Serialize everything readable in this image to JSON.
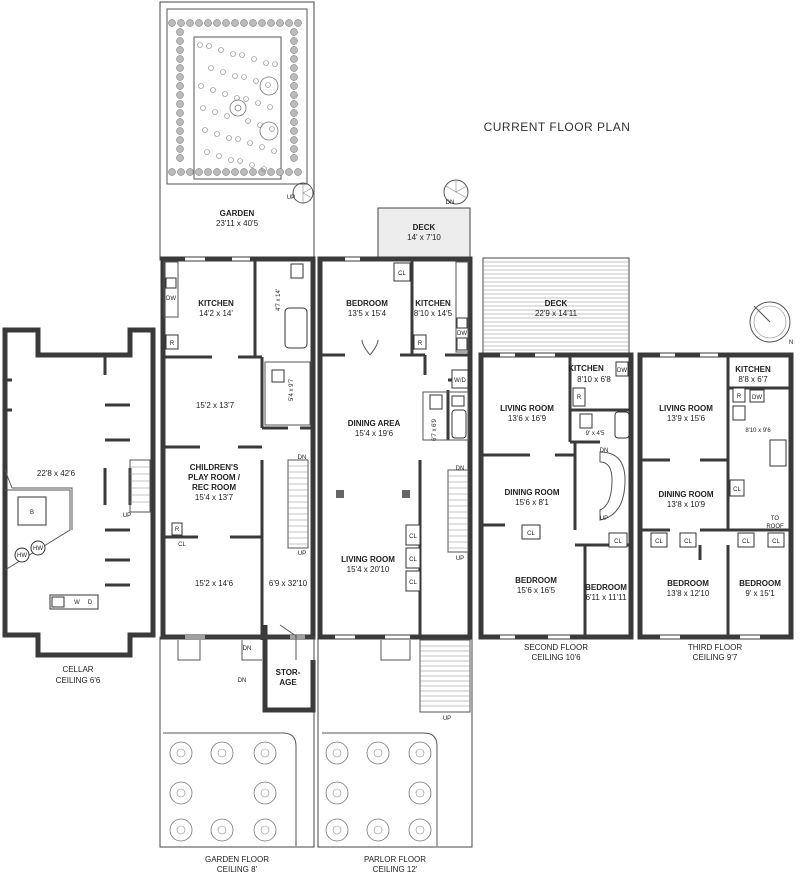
{
  "title": "CURRENT FLOOR PLAN",
  "floors": {
    "cellar": {
      "name": "CELLAR",
      "ceiling": "CEILING 6'6"
    },
    "garden": {
      "name": "GARDEN FLOOR",
      "ceiling": "CEILING 8'"
    },
    "parlor": {
      "name": "PARLOR FLOOR",
      "ceiling": "CEILING 12'"
    },
    "second": {
      "name": "SECOND FLOOR",
      "ceiling": "CEILING 10'6"
    },
    "third": {
      "name": "THIRD FLOOR",
      "ceiling": "CEILING 9'7"
    }
  },
  "rooms": {
    "cellar_main": {
      "dims": "22'8 x 42'6"
    },
    "garden_yard": {
      "name": "GARDEN",
      "dims": "23'11 x 40'5"
    },
    "garden_kitchen": {
      "name": "KITCHEN",
      "dims": "14'2 x 14'"
    },
    "garden_bath": {
      "dims": "4'7 x 14'"
    },
    "garden_front_room": {
      "dims": "15'2 x 13'7"
    },
    "garden_small": {
      "dims": "5'4 x 9'7"
    },
    "garden_play_line1": {
      "name": "CHILDREN'S"
    },
    "garden_play_line2": {
      "name": "PLAY ROOM /"
    },
    "garden_play_line3": {
      "name": "REC ROOM"
    },
    "garden_play_dims": {
      "dims": "15'4 x 13'7"
    },
    "garden_rear": {
      "dims": "15'2 x 14'6"
    },
    "garden_hall": {
      "dims": "6'9 x 32'10"
    },
    "storage_l1": {
      "name": "STOR-"
    },
    "storage_l2": {
      "name": "AGE"
    },
    "parlor_deck": {
      "name": "DECK",
      "dims": "14' x 7'10"
    },
    "parlor_bedroom": {
      "name": "BEDROOM",
      "dims": "13'5 x 15'4"
    },
    "parlor_kitchen": {
      "name": "KITCHEN",
      "dims": "8'10 x 14'5"
    },
    "parlor_dining": {
      "name": "DINING AREA",
      "dims": "15'4 x 19'6"
    },
    "parlor_bath": {
      "dims": "6'7 x 6'9"
    },
    "parlor_living": {
      "name": "LIVING ROOM",
      "dims": "15'4 x 20'10"
    },
    "second_deck": {
      "name": "DECK",
      "dims": "22'9 x 14'11"
    },
    "second_kitchen": {
      "name": "KITCHEN",
      "dims": "8'10 x 6'8"
    },
    "second_living": {
      "name": "LIVING ROOM",
      "dims": "13'6 x 16'9"
    },
    "second_bath": {
      "dims": "9' x 4'5"
    },
    "second_dining": {
      "name": "DINING ROOM",
      "dims": "15'6 x 8'1"
    },
    "second_bed1": {
      "name": "BEDROOM",
      "dims": "15'6 x 16'5"
    },
    "second_bed2": {
      "name": "BEDROOM",
      "dims": "6'11 x 11'11"
    },
    "third_kitchen": {
      "name": "KITCHEN",
      "dims": "8'8 x 6'7"
    },
    "third_living": {
      "name": "LIVING ROOM",
      "dims": "13'9 x 15'6"
    },
    "third_bath": {
      "dims": "8'10 x 9'6"
    },
    "third_dining": {
      "name": "DINING ROOM",
      "dims": "13'8 x 10'9"
    },
    "third_bed1": {
      "name": "BEDROOM",
      "dims": "13'8 x 12'10"
    },
    "third_bed2": {
      "name": "BEDROOM",
      "dims": "9' x 15'1"
    }
  },
  "labels": {
    "cl": "CL",
    "up": "UP",
    "dn": "DN",
    "r": "R",
    "dw": "DW",
    "wd": "W/D",
    "w": "W",
    "d": "D",
    "b": "B",
    "hw": "HW",
    "to": "TO",
    "roof": "ROOF",
    "north": "N"
  }
}
